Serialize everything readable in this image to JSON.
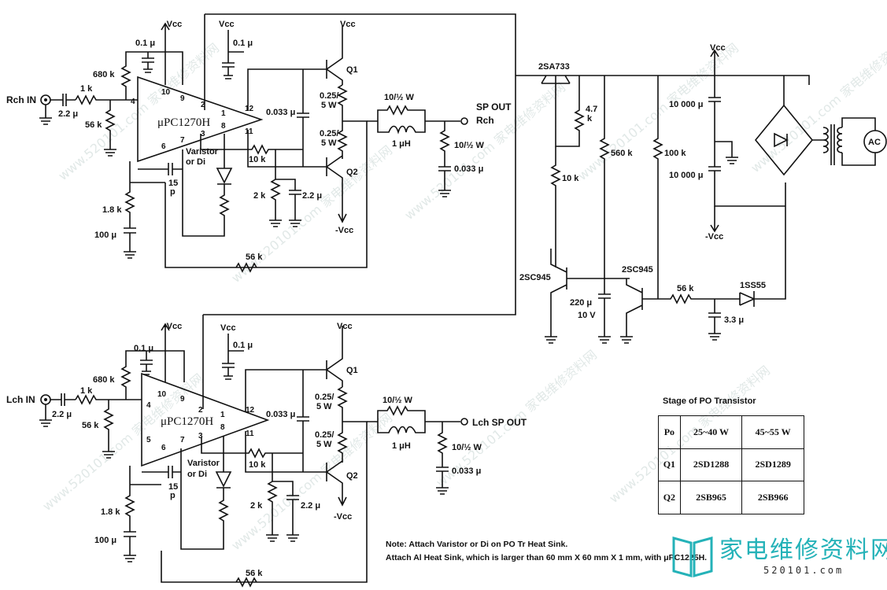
{
  "watermark": "www.520101.com 家电维修资料网",
  "top_channel": {
    "input_label": "Rch IN",
    "output_label": "SP OUT",
    "output_sub": "Rch",
    "ic_name": "μPC1270H"
  },
  "bottom_channel": {
    "input_label": "Lch IN",
    "output_label": "Lch SP OUT",
    "ic_name": "μPC1270H"
  },
  "components": {
    "c_in": "2.2 μ",
    "r_in": "1 k",
    "r_680": "680 k",
    "r_56k": "56 k",
    "c_01": "0.1 μ",
    "vcc_neg": "-Vcc",
    "vcc": "Vcc",
    "c_0033": "0.033 μ",
    "r_025": "0.25/",
    "r_025w": "5 W",
    "r_10half": "10/½ W",
    "l_1u": "1 μH",
    "r_10k": "10 k",
    "r_2k": "2 k",
    "c_22": "2.2 μ",
    "c_15p": "15",
    "c_15p_unit": "p",
    "r_18k": "1.8 k",
    "c_100": "100 μ",
    "varistor": "Varistor",
    "or_di": "or Di",
    "q1": "Q1",
    "q2": "Q2",
    "pin1": "1",
    "pin2": "2",
    "pin3": "3",
    "pin4": "4",
    "pin5": "5",
    "pin6": "6",
    "pin7": "7",
    "pin8": "8",
    "pin9": "9",
    "pin10": "10",
    "pin11": "11",
    "pin12": "12"
  },
  "protection": {
    "t_2sa733": "2SA733",
    "r_47": "4.7",
    "r_47k": "k",
    "r_10k": "10 k",
    "r_560k": "560 k",
    "r_100k": "100 k",
    "t_2sc945a": "2SC945",
    "t_2sc945b": "2SC945",
    "c_220": "220 μ",
    "c_220v": "10 V",
    "r_56k": "56 k",
    "d_1ss55": "1SS55",
    "c_33": "3.3 μ",
    "c_10000a": "10 000 μ",
    "c_10000b": "10 000 μ",
    "vcc": "Vcc",
    "vcc_neg": "-Vcc",
    "ac": "AC"
  },
  "table": {
    "title": "Stage of PO Transistor",
    "header": [
      "Po",
      "25~40 W",
      "45~55 W"
    ],
    "rows": [
      [
        "Q1",
        "2SD1288",
        "2SD1289"
      ],
      [
        "Q2",
        "2SB965",
        "2SB966"
      ]
    ]
  },
  "note": {
    "line1": "Note: Attach Varistor or Di on PO Tr Heat Sink.",
    "line2": "Attach Al Heat Sink, which is larger than 60 mm X 60 mm X 1 mm, with μPC1225H."
  },
  "logo": {
    "main": "家电维修资料网",
    "sub": "520101.com"
  }
}
